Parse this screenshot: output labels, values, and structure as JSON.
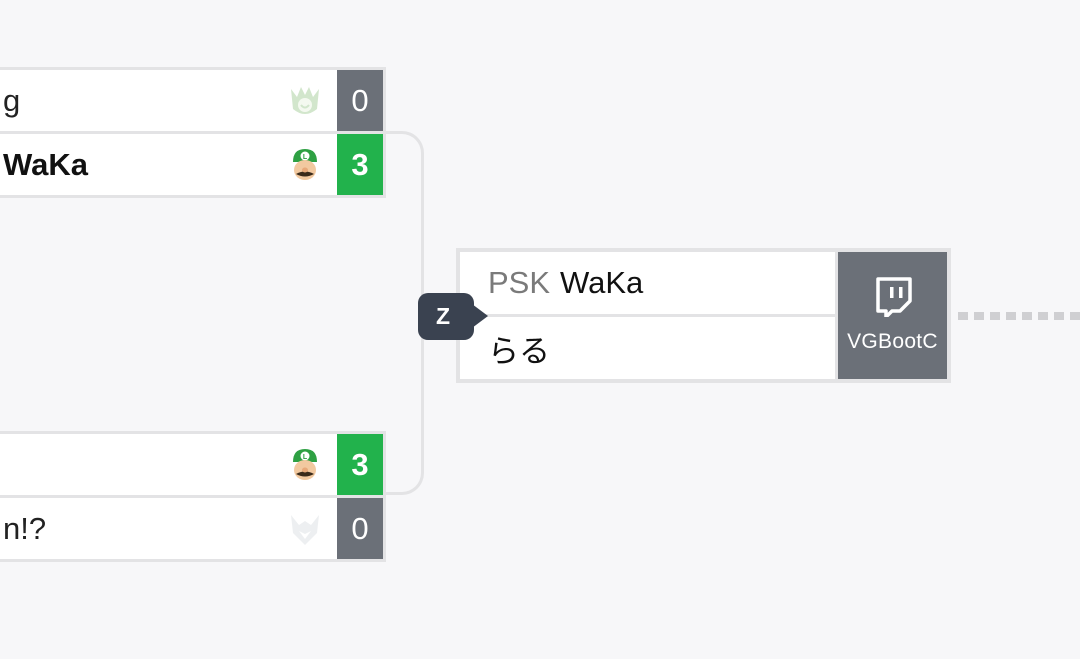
{
  "bracket": {
    "top_match": {
      "player1": {
        "name": "g",
        "score": "0",
        "character": "bowser-icon",
        "result": "loss"
      },
      "player2": {
        "name": "WaKa",
        "score": "3",
        "character": "luigi-icon",
        "result": "win"
      }
    },
    "bottom_match": {
      "player1": {
        "name": "",
        "score": "3",
        "character": "luigi-icon",
        "result": "win"
      },
      "player2": {
        "name": "n!?",
        "score": "0",
        "character": "fox-icon",
        "result": "loss"
      }
    },
    "current_match": {
      "round_badge": "Z",
      "player1": {
        "prefix": "PSK",
        "name": "WaKa"
      },
      "player2": {
        "name": "らる"
      },
      "stream": {
        "label": "VGBootC",
        "icon": "twitch-icon"
      }
    }
  },
  "colors": {
    "win": "#22b24c",
    "loss": "#6b7078",
    "badge": "#3a4250",
    "line": "#e3e3e5"
  }
}
